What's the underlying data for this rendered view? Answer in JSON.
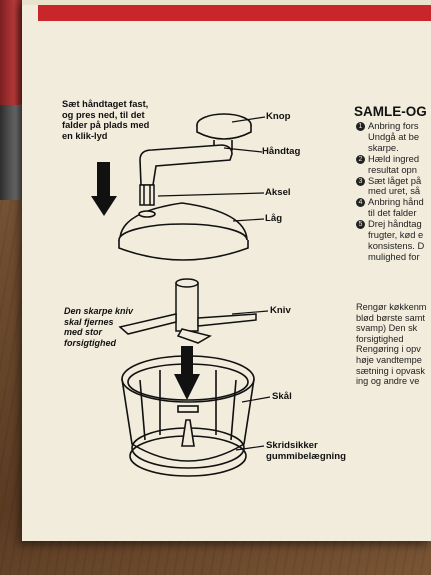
{
  "instruction_text": "Sæt håndtaget fast,\nog pres ned, til det\nfalder på plads med\nen klik-lyd",
  "part_labels": {
    "knop": "Knop",
    "haandtag": "Håndtag",
    "aksel": "Aksel",
    "laag": "Låg",
    "kniv": "Kniv",
    "skaal": "Skål",
    "skridsikker": "Skridsikker\ngummibelægning"
  },
  "knife_note": "Den skarpe kniv\nskal fjernes\nmed stor\nforsigtighed",
  "assembly": {
    "heading": "SAMLE-OG",
    "steps": [
      {
        "num": "1",
        "lines": [
          "Anbring fors",
          "Undgå at be",
          "skarpe."
        ]
      },
      {
        "num": "2",
        "lines": [
          "Hæld ingred",
          "resultat opn"
        ]
      },
      {
        "num": "3",
        "lines": [
          "Sæt låget på",
          "med uret, så"
        ]
      },
      {
        "num": "4",
        "lines": [
          "Anbring hånd",
          "til det falder"
        ]
      },
      {
        "num": "5",
        "lines": [
          "Drej håndtag",
          "frugter, kød e",
          "konsistens. D",
          "mulighed for"
        ]
      }
    ]
  },
  "cleaning_lines": [
    "Rengør køkkenm",
    "blød børste samt",
    "svamp) Den sk",
    "forsigtighed",
    "Rengøring i opv",
    "høje vandtempe",
    "sætning i opvask",
    "ing og andre ve"
  ],
  "colors": {
    "box": "#f1ecdc",
    "band": "#c8262b",
    "ink": "#111111",
    "table": "#6d4a2d"
  }
}
